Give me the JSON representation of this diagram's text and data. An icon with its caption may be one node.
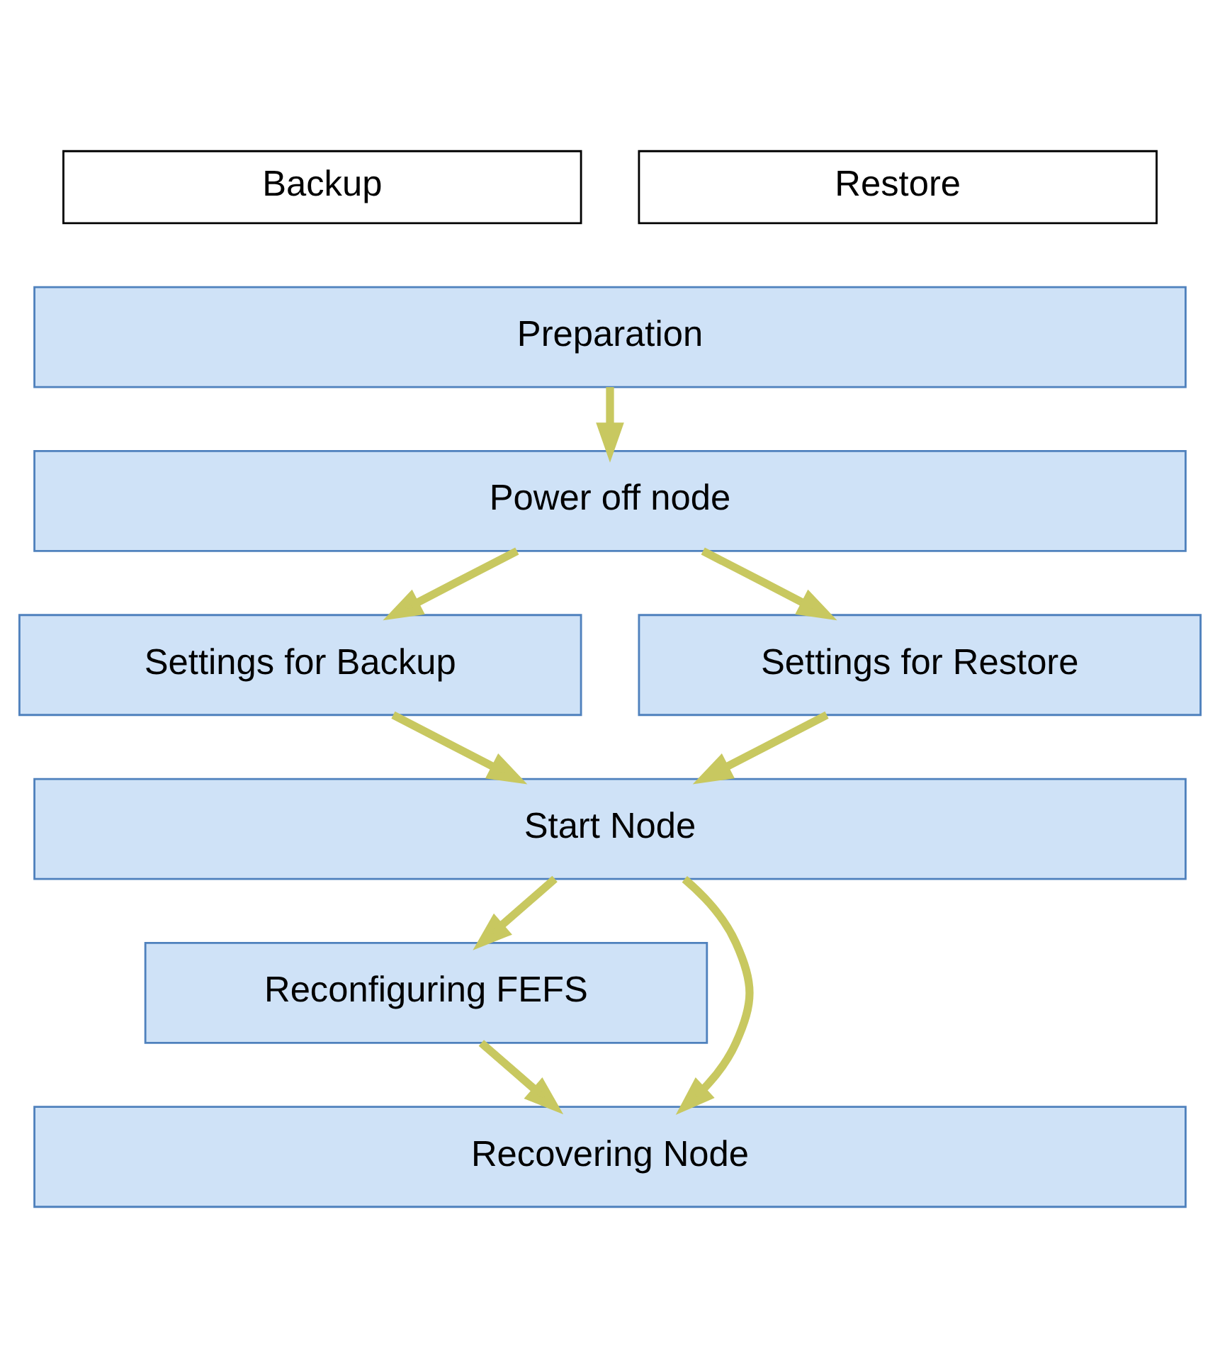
{
  "diagram": {
    "nodes": [
      {
        "text": [
          "Backup"
        ]
      },
      {
        "text": [
          "Restore"
        ]
      },
      {
        "text": [
          "Preparation"
        ]
      },
      {
        "text": [
          "Power off node"
        ]
      },
      {
        "text": [
          "Settings for Backup"
        ]
      },
      {
        "text": [
          "Settings for Restore"
        ]
      },
      {
        "text": [
          "Start Node"
        ]
      },
      {
        "text": [
          "Reconfiguring FEFS"
        ]
      },
      {
        "text": [
          "Recovering Node"
        ]
      }
    ],
    "edges": [
      {
        "from": 2,
        "to": 3,
        "arrow": "to"
      },
      {
        "from": 3,
        "to": 4,
        "arrow": "to"
      },
      {
        "from": 3,
        "to": 5,
        "arrow": "to"
      },
      {
        "from": 4,
        "to": 6,
        "arrow": "to"
      },
      {
        "from": 5,
        "to": 6,
        "arrow": "to"
      },
      {
        "from": 6,
        "to": 8,
        "arrow": "to"
      },
      {
        "from": 6,
        "to": 7,
        "arrow": "to"
      },
      {
        "from": 7,
        "to": 8,
        "arrow": "to"
      }
    ]
  }
}
